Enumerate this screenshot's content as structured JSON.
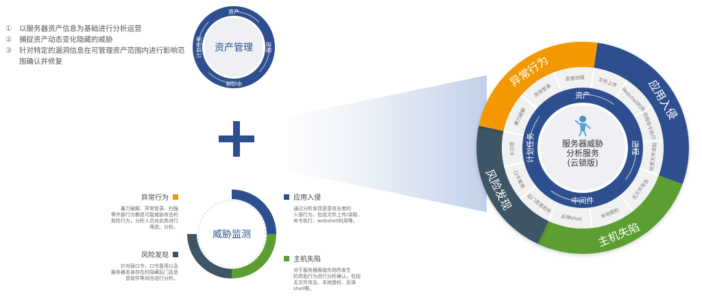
{
  "steps": [
    {
      "num": "①",
      "text": "以服务器资产信息为基础进行分析运营"
    },
    {
      "num": "②",
      "text": "捕捉资产动态变化隐藏的威胁"
    },
    {
      "num": "③",
      "text": "针对特定的漏洞信息在可管理资产范围内进行影响范围确认并修复"
    }
  ],
  "asset_ring": {
    "center": "资产管理",
    "ring": [
      "资产",
      "进程",
      "中间件",
      "计划任务"
    ]
  },
  "colors": {
    "blue": "#2e4f8f",
    "orange": "#f39800",
    "green": "#5c9e32",
    "slate": "#3e5565",
    "light": "#f1f1f1"
  },
  "threat_ring": {
    "center": "威胁监测",
    "segments": [
      "应用入侵",
      "主机失陷",
      "风险发现",
      "异常行为"
    ]
  },
  "legends": [
    {
      "title": "异常行为",
      "color": "#f39800",
      "desc": [
        "暴力破解、异常登录、扫描",
        "等外部行为都是可能威胁攻击的",
        "危险行为，分析人员对此类进行",
        "筛选、分析。"
      ]
    },
    {
      "title": "应用入侵",
      "color": "#2e4f8f",
      "desc": [
        "通过分析发现恶意攻击者的",
        "入侵行为，包括文件上传/读取、",
        "命令执行、webshell利用等。"
      ]
    },
    {
      "title": "风险发现",
      "color": "#3e5565",
      "desc": [
        "针对弱口令、口令复用以及",
        "服务器本身存在的隐藏后门及恶",
        "意软件等风险进行分析。"
      ]
    },
    {
      "title": "主机失陷",
      "color": "#5c9e32",
      "desc": [
        "对于服务器面临失陷所发生",
        "的高危行为进行分析确认，包括",
        "无文件攻击、本地提权、反弹",
        "shell等。"
      ]
    }
  ],
  "big_ring": {
    "center": [
      "服务器威胁",
      "分析服务",
      "(云锁版)"
    ],
    "inner": [
      "资产",
      "进程",
      "中间件",
      "计划任务"
    ],
    "segments": [
      {
        "label": "应用入侵",
        "items": [
          "文件上传",
          "Webshell利用",
          "远程命令执行",
          "任意文件读取"
        ]
      },
      {
        "label": "主机失陷",
        "items": [
          "无文件攻击",
          "本地提权",
          "反弹shell"
        ]
      },
      {
        "label": "风险发现",
        "items": [
          "后门恶意软件",
          "口令复用",
          "弱口令"
        ]
      },
      {
        "label": "异常行为",
        "items": [
          "暴力破解",
          "异常登录",
          "恶意扫描"
        ]
      }
    ]
  }
}
